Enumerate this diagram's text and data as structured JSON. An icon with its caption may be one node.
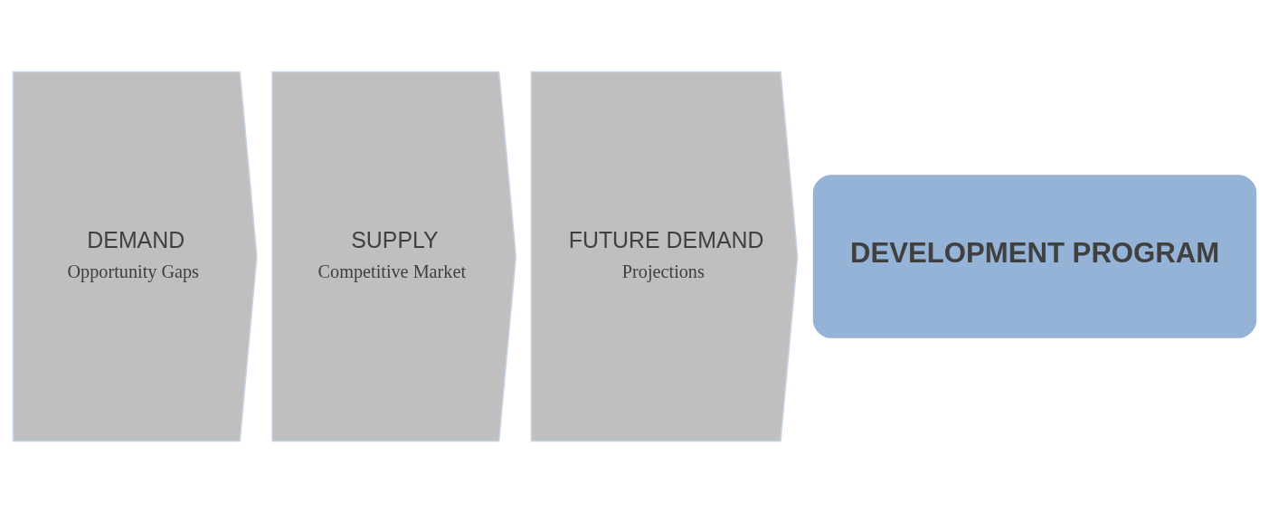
{
  "diagram": {
    "nodes": [
      {
        "text": [
          "DEMAND",
          "Opportunity Gaps"
        ]
      },
      {
        "text": [
          "SUPPLY",
          "Competitive Market"
        ]
      },
      {
        "text": [
          "FUTURE DEMAND",
          "Projections"
        ]
      },
      {
        "text": [
          "DEVELOPMENT PROGRAM"
        ]
      }
    ]
  }
}
